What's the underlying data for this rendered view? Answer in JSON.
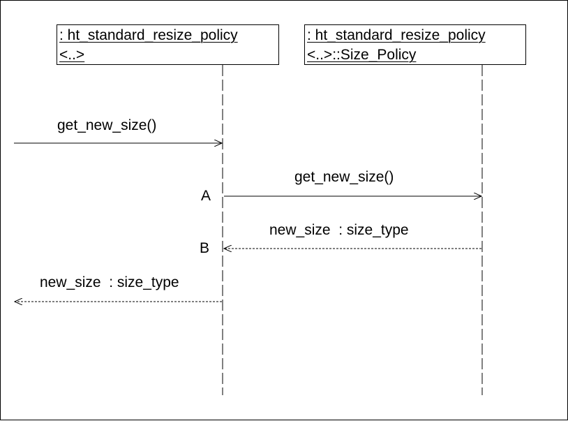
{
  "objects": [
    {
      "line1": ": ht_standard_resize_policy",
      "line2": "<..>"
    },
    {
      "line1": ": ht_standard_resize_policy",
      "line2": "<..>::Size_Policy"
    }
  ],
  "messages": [
    {
      "label": "get_new_size()",
      "kind": "call"
    },
    {
      "label": "get_new_size()",
      "kind": "call"
    },
    {
      "label": "new_size  : size_type",
      "kind": "return"
    },
    {
      "label": "new_size  : size_type",
      "kind": "return"
    }
  ],
  "points": [
    "A",
    "B"
  ],
  "colors": {
    "line": "#000000",
    "background": "#ffffff"
  }
}
